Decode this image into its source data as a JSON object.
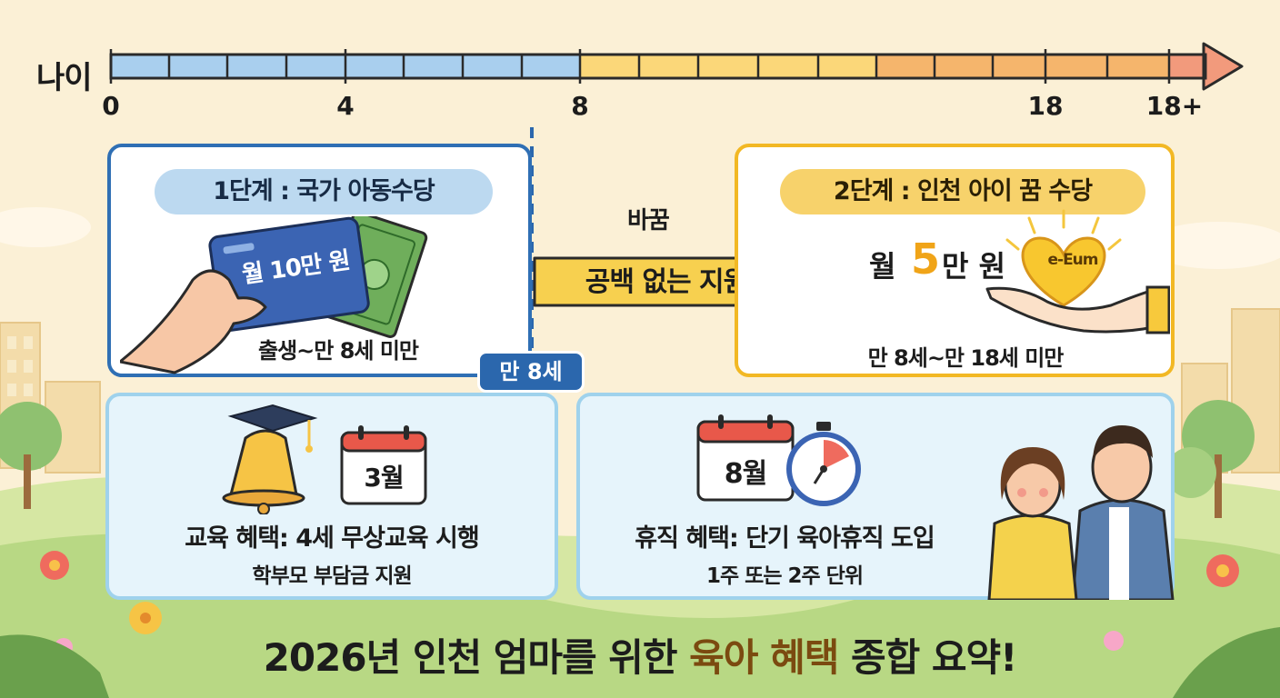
{
  "timeline": {
    "axis_label": "나이",
    "ticks": [
      "0",
      "4",
      "8",
      "18",
      "18+"
    ],
    "colors": {
      "early": "#a9cfee",
      "mid": "#fbd779",
      "late": "#f5b56c",
      "end": "#f29a7c"
    }
  },
  "stage1": {
    "title": "1단계 : 국가 아동수당",
    "card_text": "월 10만 원",
    "age_range": "출생~만 8세 미만",
    "icon": "cash-card-icon"
  },
  "transition": {
    "label_top": "바꿈",
    "arrow_label": "공백 없는 지원",
    "age_badge": "만 8세"
  },
  "stage2": {
    "title": "2단계 : 인천 아이 꿈 수당",
    "amount_prefix": "월",
    "amount_number": "5",
    "amount_suffix": "만 원",
    "heart_label": "e-Eum",
    "age_range": "만 8세~만 18세 미만"
  },
  "education": {
    "calendar_label": "3월",
    "title": "교육 혜택: 4세 무상교육 시행",
    "subtitle": "학부모 부담금 지원"
  },
  "leave": {
    "calendar_label": "8월",
    "title": "휴직 혜택: 단기 육아휴직 도입",
    "subtitle": "1주 또는 2주 단위"
  },
  "footer": {
    "title_part1": "2026년 인천 엄마를 위한 ",
    "title_highlight": "육아 혜택",
    "title_part2": " 종합 요약!"
  },
  "accent_colors": {
    "blue": "#2f6fb4",
    "gold": "#f2b824",
    "light_blue": "#9fd2ec"
  }
}
